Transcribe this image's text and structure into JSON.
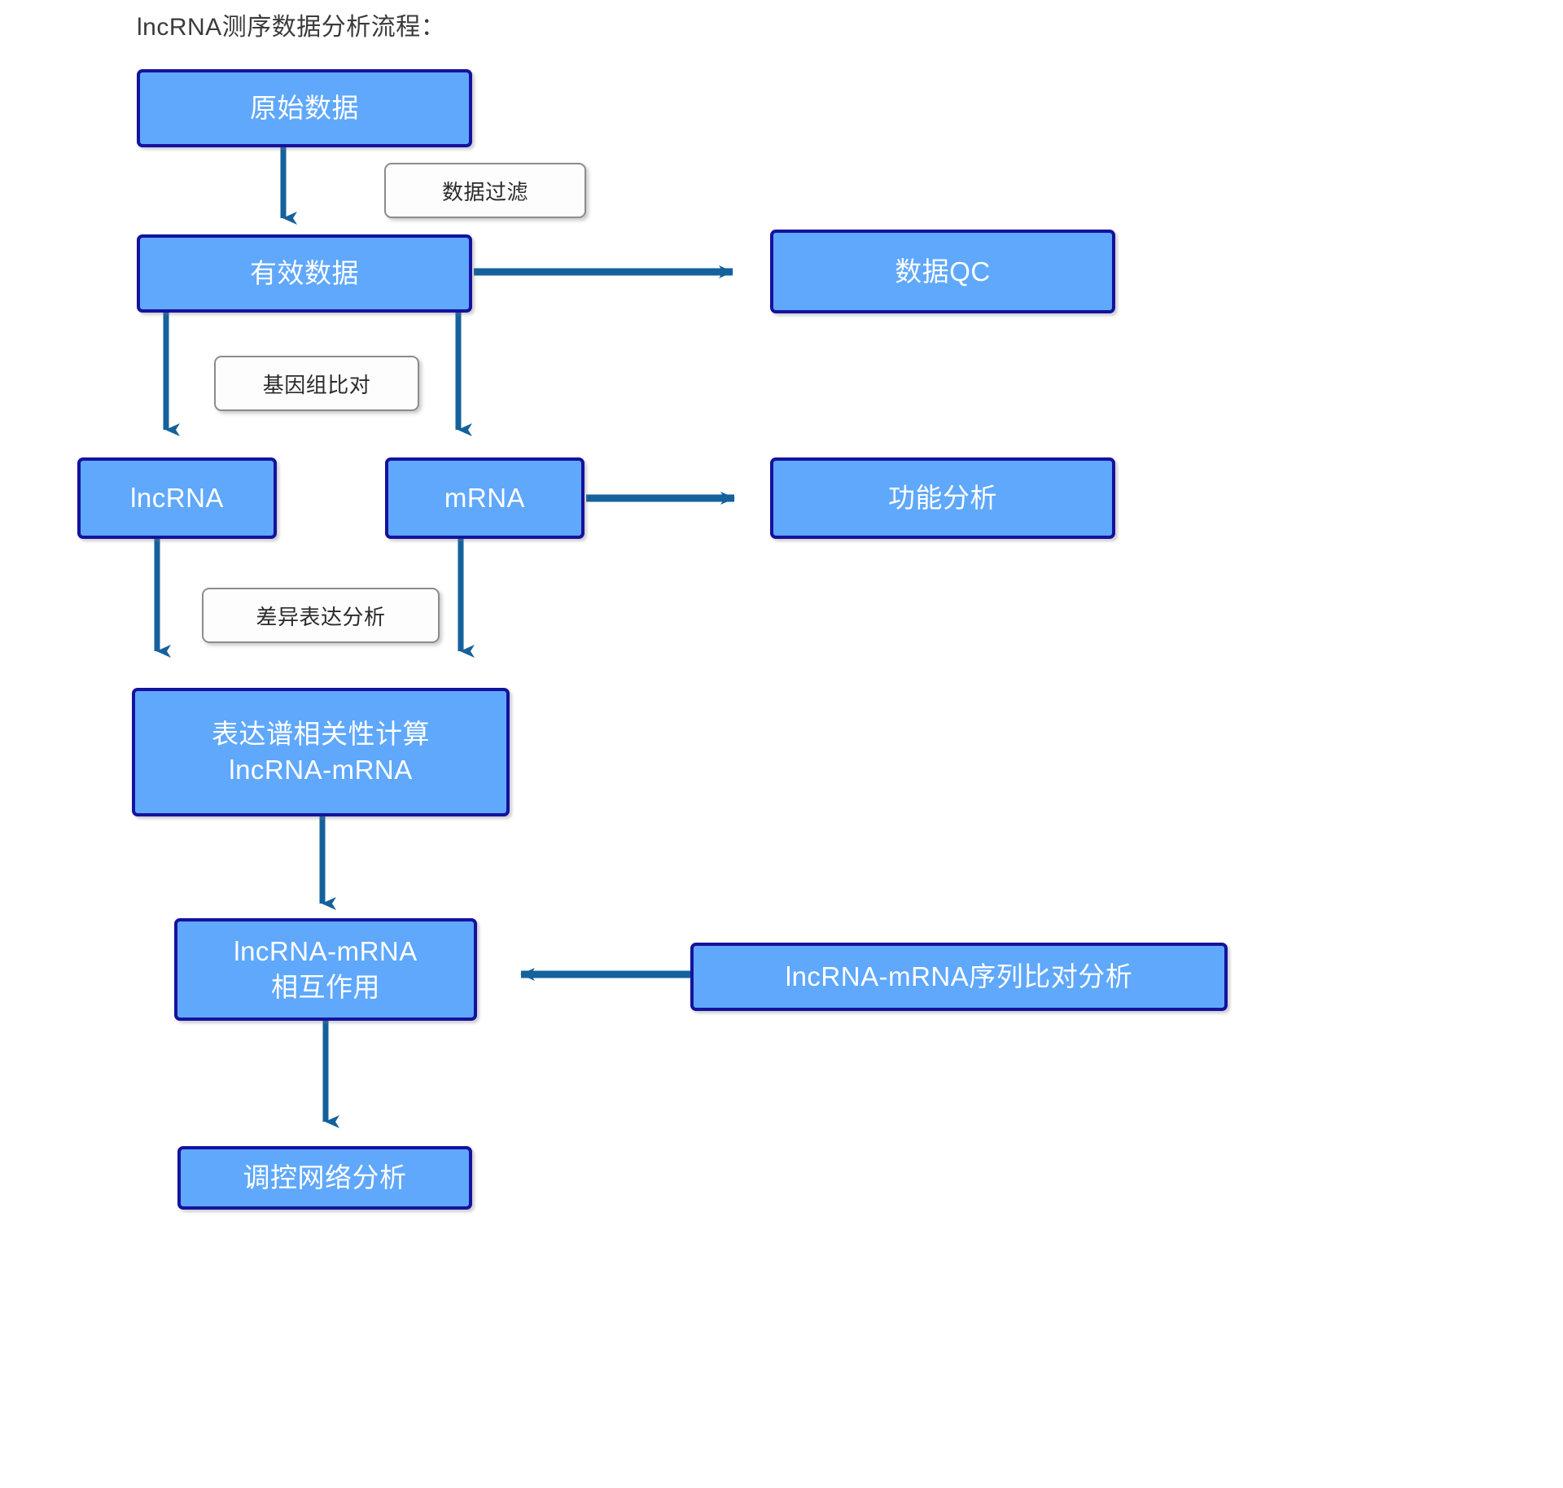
{
  "page": {
    "title": "lncRNA测序数据分析流程：",
    "background": "#ffffff"
  },
  "theme": {
    "node_fill": "#5FA8FC",
    "node_border": "#15129E",
    "node_text": "#ffffff",
    "chip_fill": "#FDFDFD",
    "chip_border": "#8C8C8C",
    "chip_text": "#2b2b2b",
    "edge_color": "#15619C",
    "title_color": "#3b3b3b"
  },
  "chart_data": {
    "type": "diagram",
    "diagram_kind": "flowchart",
    "title": "lncRNA测序数据分析流程：",
    "orientation": "top-to-bottom",
    "nodes": [
      {
        "id": "raw",
        "label": "原始数据",
        "shape": "rounded-rect",
        "style": "process"
      },
      {
        "id": "valid",
        "label": "有效数据",
        "shape": "rounded-rect",
        "style": "process"
      },
      {
        "id": "qc",
        "label": "数据QC",
        "shape": "rounded-rect",
        "style": "process"
      },
      {
        "id": "lncrna",
        "label": "lncRNA",
        "shape": "rounded-rect",
        "style": "process"
      },
      {
        "id": "mrna",
        "label": "mRNA",
        "shape": "rounded-rect",
        "style": "process"
      },
      {
        "id": "func",
        "label": "功能分析",
        "shape": "rounded-rect",
        "style": "process"
      },
      {
        "id": "corr",
        "label": "表达谱相关性计算\nlncRNA-mRNA",
        "shape": "rounded-rect",
        "style": "process"
      },
      {
        "id": "interact",
        "label": "lncRNA-mRNA\n相互作用",
        "shape": "rounded-rect",
        "style": "process"
      },
      {
        "id": "seqalign",
        "label": "lncRNA-mRNA序列比对分析",
        "shape": "rounded-rect",
        "style": "process"
      },
      {
        "id": "network",
        "label": "调控网络分析",
        "shape": "rounded-rect",
        "style": "process"
      }
    ],
    "edge_labels": [
      {
        "id": "filter",
        "label": "数据过滤"
      },
      {
        "id": "align",
        "label": "基因组比对"
      },
      {
        "id": "deg",
        "label": "差异表达分析"
      }
    ],
    "edges": [
      {
        "from": "raw",
        "to": "valid",
        "label": "数据过滤",
        "direction": "down"
      },
      {
        "from": "valid",
        "to": "qc",
        "label": "",
        "direction": "right"
      },
      {
        "from": "valid",
        "to": "lncrna",
        "label": "基因组比对",
        "direction": "down"
      },
      {
        "from": "valid",
        "to": "mrna",
        "label": "基因组比对",
        "direction": "down"
      },
      {
        "from": "mrna",
        "to": "func",
        "label": "",
        "direction": "right"
      },
      {
        "from": "lncrna",
        "to": "corr",
        "label": "差异表达分析",
        "direction": "down"
      },
      {
        "from": "mrna",
        "to": "corr",
        "label": "差异表达分析",
        "direction": "down"
      },
      {
        "from": "corr",
        "to": "interact",
        "label": "",
        "direction": "down"
      },
      {
        "from": "seqalign",
        "to": "interact",
        "label": "",
        "direction": "left"
      },
      {
        "from": "interact",
        "to": "network",
        "label": "",
        "direction": "down"
      }
    ]
  }
}
